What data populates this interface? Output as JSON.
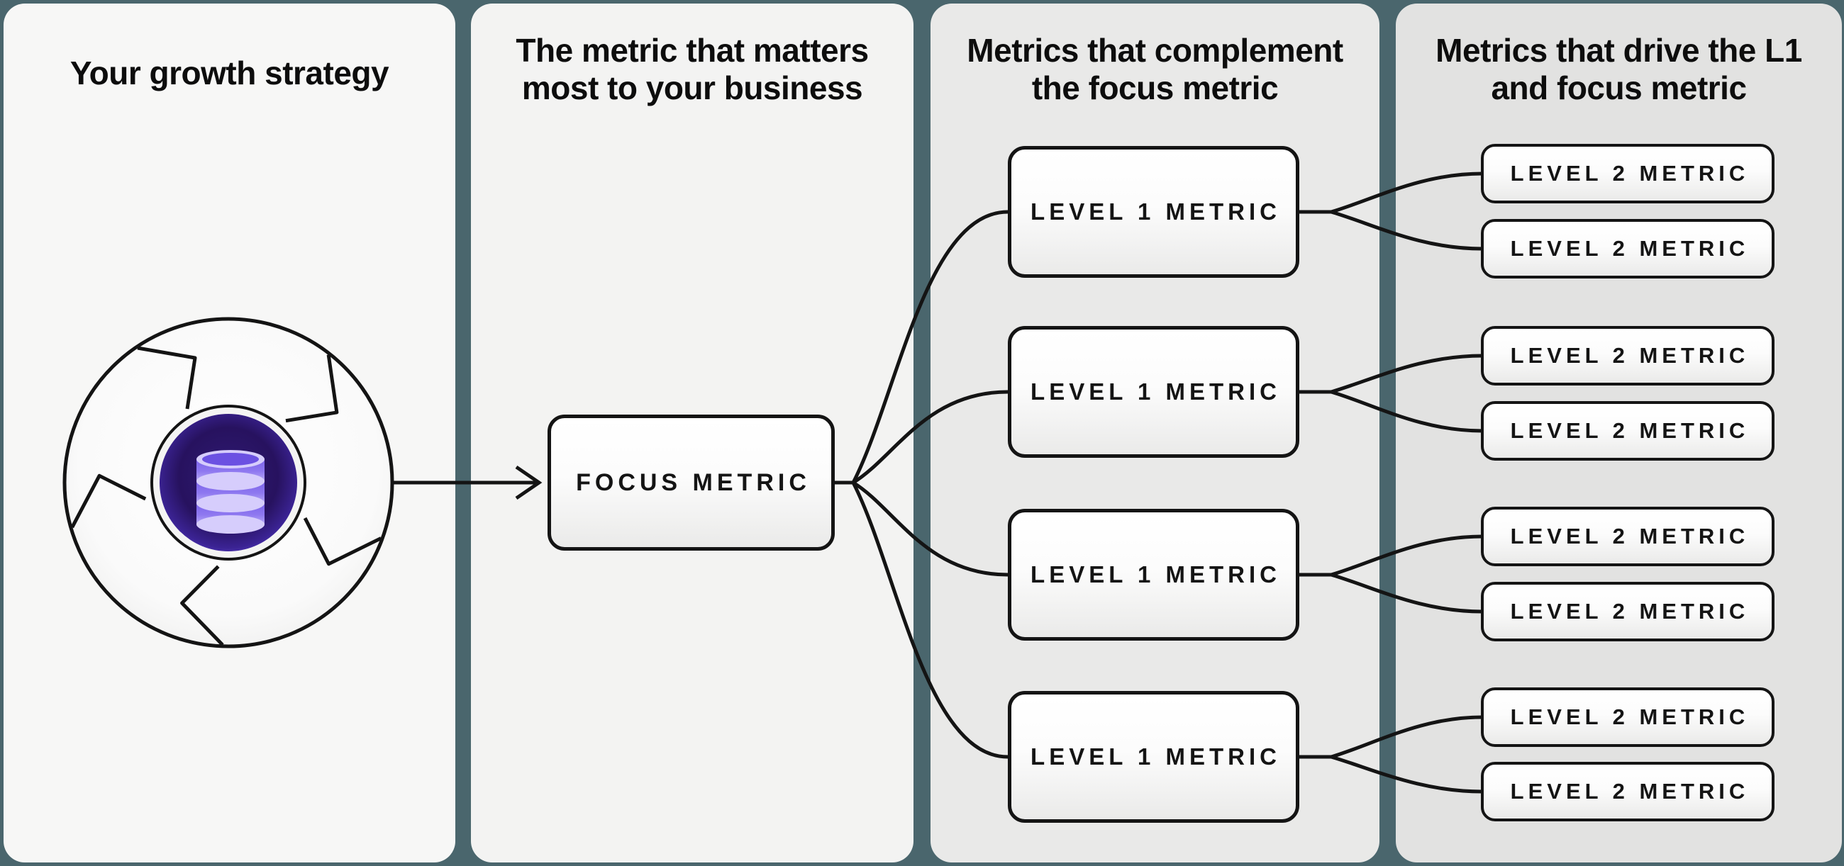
{
  "colors": {
    "background": "#4a666d",
    "panel_1_bg": "#f7f7f6",
    "panel_2_bg": "#f3f3f2",
    "panel_3_bg": "#e9e9e8",
    "panel_4_bg": "#e2e2e1",
    "line": "#141414",
    "box_border": "#141414",
    "title_color": "#0d0d0d",
    "flywheel_disc_dark": "#27125f",
    "flywheel_disc_glow": "#5a41c9",
    "database_body": "#8b74f0",
    "database_lip": "#d6cdfc"
  },
  "panels": [
    {
      "title_line1": "Your growth strategy",
      "title_line2": ""
    },
    {
      "title_line1": "The metric that matters",
      "title_line2": "most to your business"
    },
    {
      "title_line1": "Metrics that complement",
      "title_line2": "the focus metric"
    },
    {
      "title_line1": "Metrics that drive the L1",
      "title_line2": "and focus metric"
    }
  ],
  "focus_box": {
    "label": "FOCUS METRIC"
  },
  "level1_boxes": [
    {
      "label": "LEVEL 1 METRIC"
    },
    {
      "label": "LEVEL 1 METRIC"
    },
    {
      "label": "LEVEL 1 METRIC"
    },
    {
      "label": "LEVEL 1 METRIC"
    }
  ],
  "level2_boxes": [
    {
      "label": "LEVEL 2 METRIC"
    },
    {
      "label": "LEVEL 2 METRIC"
    },
    {
      "label": "LEVEL 2 METRIC"
    },
    {
      "label": "LEVEL 2 METRIC"
    },
    {
      "label": "LEVEL 2 METRIC"
    },
    {
      "label": "LEVEL 2 METRIC"
    },
    {
      "label": "LEVEL 2 METRIC"
    },
    {
      "label": "LEVEL 2 METRIC"
    }
  ],
  "icons": {
    "flywheel": "flywheel-icon",
    "database": "database-icon",
    "arrow": "arrow-right-icon"
  },
  "connections": [
    {
      "from": "growth-strategy-flywheel",
      "to": "focus-metric"
    },
    {
      "from": "focus-metric",
      "to": "level-1-metric-1"
    },
    {
      "from": "focus-metric",
      "to": "level-1-metric-2"
    },
    {
      "from": "focus-metric",
      "to": "level-1-metric-3"
    },
    {
      "from": "focus-metric",
      "to": "level-1-metric-4"
    },
    {
      "from": "level-1-metric-1",
      "to": "level-2-metric-1"
    },
    {
      "from": "level-1-metric-1",
      "to": "level-2-metric-2"
    },
    {
      "from": "level-1-metric-2",
      "to": "level-2-metric-3"
    },
    {
      "from": "level-1-metric-2",
      "to": "level-2-metric-4"
    },
    {
      "from": "level-1-metric-3",
      "to": "level-2-metric-5"
    },
    {
      "from": "level-1-metric-3",
      "to": "level-2-metric-6"
    },
    {
      "from": "level-1-metric-4",
      "to": "level-2-metric-7"
    },
    {
      "from": "level-1-metric-4",
      "to": "level-2-metric-8"
    }
  ]
}
